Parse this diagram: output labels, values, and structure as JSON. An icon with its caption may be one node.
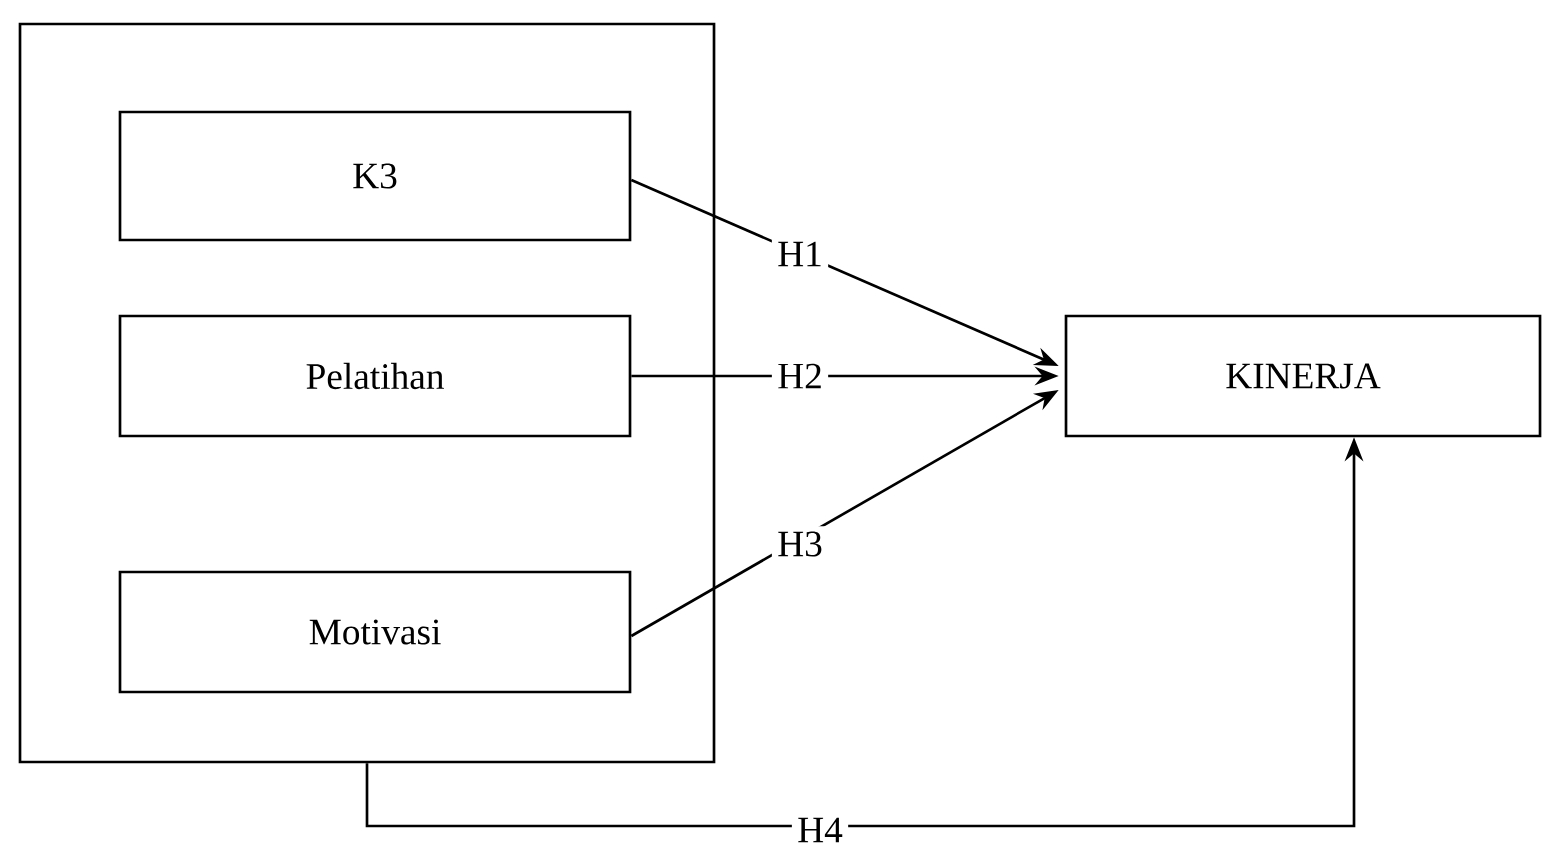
{
  "diagram": {
    "nodes": [
      {
        "text": [],
        "shape": "box"
      },
      {
        "text": [
          "K3"
        ],
        "in": 0
      },
      {
        "text": [
          "Pelatihan"
        ],
        "in": 0
      },
      {
        "text": [
          "Motivasi"
        ],
        "in": 0
      },
      {
        "text": [
          "KINERJA"
        ]
      }
    ],
    "edges": [
      {
        "from": 1,
        "to": 4,
        "arrow": "to",
        "label": "H1"
      },
      {
        "from": 2,
        "to": 4,
        "arrow": "to",
        "label": "H2"
      },
      {
        "from": 3,
        "to": 4,
        "arrow": "to",
        "label": "H3"
      },
      {
        "from": 0,
        "to": 4,
        "arrow": "to",
        "label": "H4"
      }
    ]
  }
}
